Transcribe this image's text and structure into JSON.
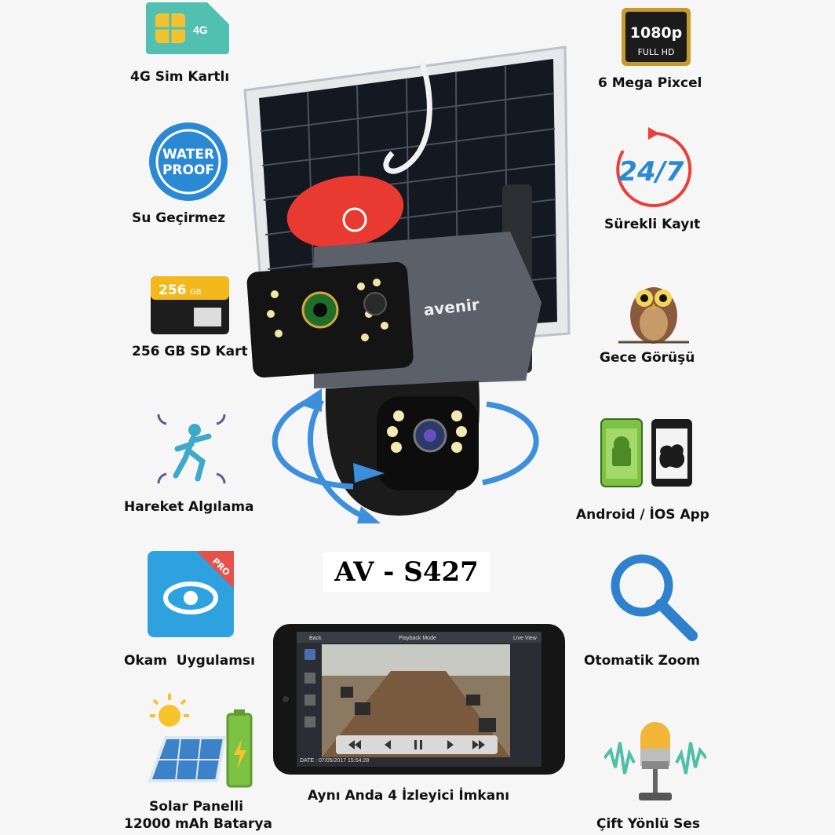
{
  "features": {
    "sim": {
      "label": "4G Sim Kartlı",
      "badge": "4G"
    },
    "resolution": {
      "label": "6 Mega Pixcel",
      "badge_top": "1080p",
      "badge_bottom": "FULL HD"
    },
    "waterproof": {
      "label": "Su Geçirmez",
      "badge_line1": "WATER",
      "badge_line2": "PROOF"
    },
    "recording": {
      "label": "Sürekli Kayıt",
      "badge": "24/7"
    },
    "sdcard": {
      "label": "256 GB SD Kart",
      "badge": "256",
      "badge_unit": "GB"
    },
    "nightvision": {
      "label": "Gece Görüşü"
    },
    "motion": {
      "label": "Hareket Algılama"
    },
    "app": {
      "label": "Android / İOS App"
    },
    "okam": {
      "label": "Okam  Uygulamsı",
      "badge": "PRO"
    },
    "zoom": {
      "label": "Otomatik Zoom"
    },
    "solar": {
      "label_line1": "Solar Panelli",
      "label_line2": "12000 mAh Batarya"
    },
    "viewers": {
      "label": "Aynı Anda 4 İzleyici İmkanı"
    },
    "audio": {
      "label": "Çift Yönlü Ses"
    }
  },
  "camera": {
    "brand": "avenir"
  },
  "model": "AV - S427",
  "phone": {
    "back": "Back",
    "mode": "Playback Mode",
    "live": "Live View",
    "date": "DATE : 07/05/2017 15:54:28"
  },
  "colors": {
    "accent_blue": "#2d8fd8",
    "sim_green": "#52c0b0",
    "gold": "#f2b81c",
    "dark": "#1b1b1b"
  }
}
